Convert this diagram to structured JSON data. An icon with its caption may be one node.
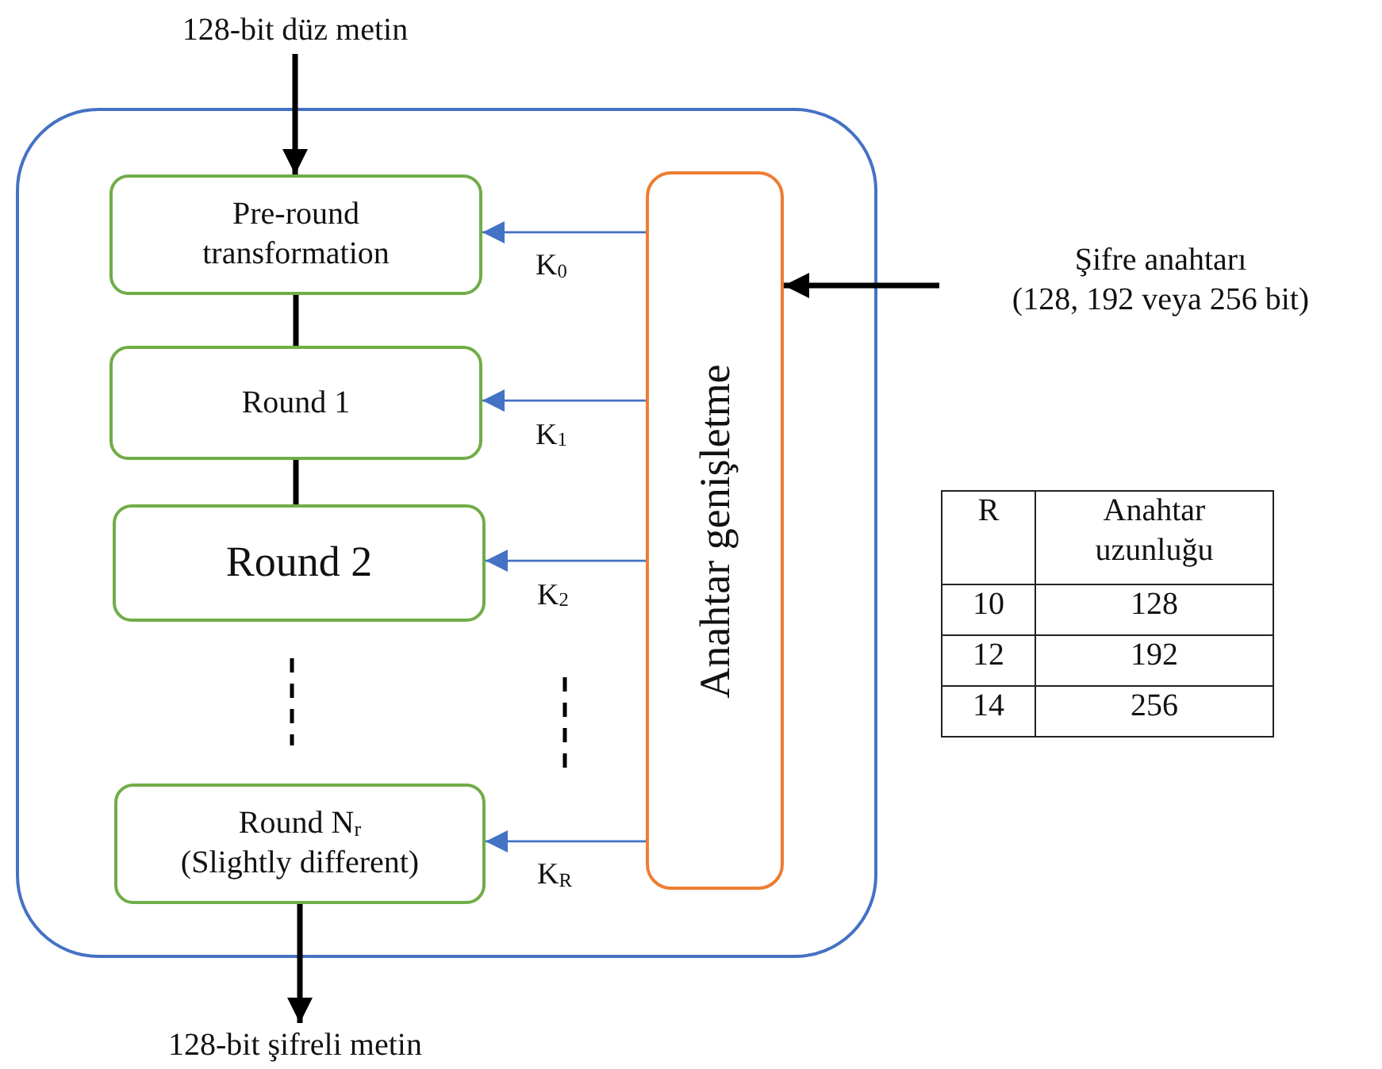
{
  "diagram": {
    "nodes": [
      {
        "text": [],
        "shape": "box"
      },
      {
        "text": [
          "128-bit düz metin"
        ]
      },
      {
        "text": [
          "Pre-round transformation"
        ],
        "in": 0
      },
      {
        "text": [
          "Round 1"
        ],
        "in": 0
      },
      {
        "text": [
          "Round 2"
        ],
        "in": 0
      },
      {
        "text": [
          "Round N$_{r}$",
          "(Slightly different)"
        ],
        "in": 0
      },
      {
        "text": [
          "Anahtar genişletme"
        ],
        "in": 0
      },
      {
        "text": [
          "128-bit şifreli metin"
        ]
      },
      {
        "text": [
          "Şifre anahtarı",
          "(128, 192 veya 256 bit)"
        ]
      }
    ],
    "edges": [
      {
        "from": 1,
        "to": 2,
        "arrow": "to"
      },
      {
        "from": 2,
        "to": 3,
        "arrow": "none"
      },
      {
        "from": 3,
        "to": 4,
        "arrow": "none"
      },
      {
        "from": 5,
        "to": 7,
        "arrow": "to"
      },
      {
        "from": 8,
        "to": 6,
        "arrow": "to"
      },
      {
        "from": 6,
        "to": 2,
        "arrow": "to",
        "label": "K$_{0}$",
        "color": "#4472c4"
      },
      {
        "from": 6,
        "to": 3,
        "arrow": "to",
        "label": "K$_{1}$",
        "color": "#4472c4"
      },
      {
        "from": 6,
        "to": 4,
        "arrow": "to",
        "label": "K$_{2}$",
        "color": "#4472c4"
      },
      {
        "from": 6,
        "to": 5,
        "arrow": "to",
        "label": "K$_{R}$",
        "color": "#4472c4"
      }
    ],
    "labels": [
      "R",
      "Anahtar uzunluğu",
      "10",
      "128",
      "12",
      "192",
      "14",
      "256"
    ]
  }
}
